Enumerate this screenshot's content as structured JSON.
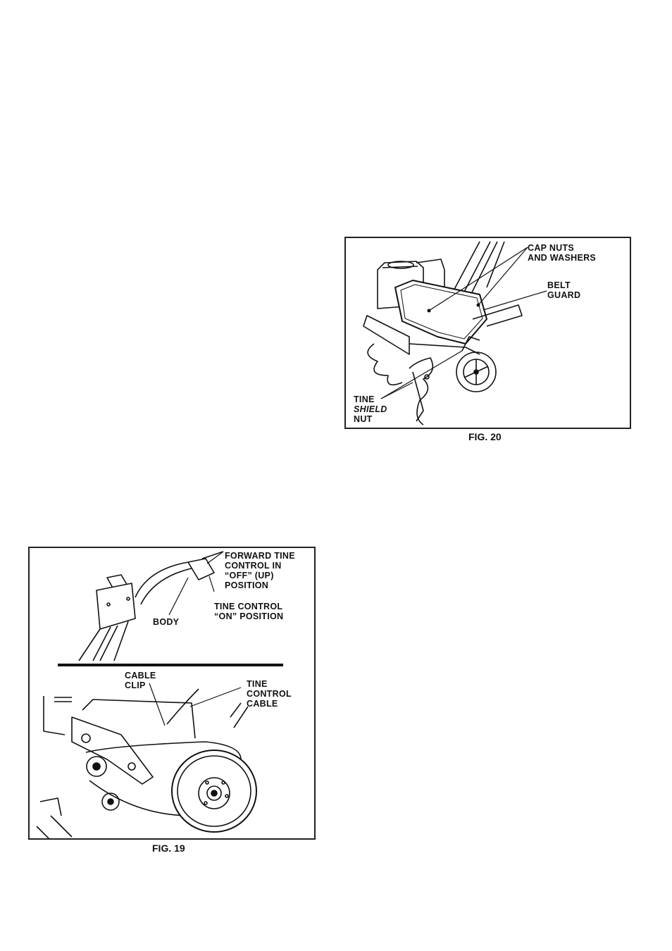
{
  "fig20": {
    "caption": "FIG. 20",
    "cap_nuts_1": "CAP NUTS",
    "cap_nuts_2": "AND WASHERS",
    "belt_guard_1": "BELT",
    "belt_guard_2": "GUARD",
    "tine_1": "TINE",
    "tine_2": "SHIELD",
    "tine_3": "NUT"
  },
  "fig19": {
    "caption": "FIG. 19",
    "forward_1": "FORWARD TINE",
    "forward_2": "CONTROL IN",
    "forward_3": "“OFF” (UP)",
    "forward_4": "POSITION",
    "body": "BODY",
    "tine_control_1": "TINE CONTROL",
    "tine_control_2": "“ON” POSITION",
    "cable_clip_1": "CABLE",
    "cable_clip_2": "CLIP",
    "tine_cable_1": "TINE",
    "tine_cable_2": "CONTROL",
    "tine_cable_3": "CABLE"
  }
}
